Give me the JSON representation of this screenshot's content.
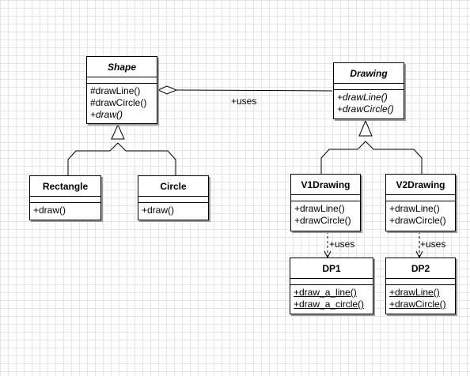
{
  "classes": {
    "shape": {
      "name": "Shape",
      "ops": [
        "#drawLine()",
        "#drawCircle()",
        "+draw()"
      ]
    },
    "drawing": {
      "name": "Drawing",
      "ops": [
        "+drawLine()",
        "+drawCircle()"
      ]
    },
    "rectangle": {
      "name": "Rectangle",
      "ops": [
        "+draw()"
      ]
    },
    "circle": {
      "name": "Circle",
      "ops": [
        "+draw()"
      ]
    },
    "v1drawing": {
      "name": "V1Drawing",
      "ops": [
        "+drawLine()",
        "+drawCircle()"
      ]
    },
    "v2drawing": {
      "name": "V2Drawing",
      "ops": [
        "+drawLine()",
        "+drawCircle()"
      ]
    },
    "dp1": {
      "name": "DP1",
      "ops": [
        "+draw_a_line()",
        "+draw_a_circle()"
      ]
    },
    "dp2": {
      "name": "DP2",
      "ops": [
        "+drawLine()",
        "+drawCircle()"
      ]
    }
  },
  "labels": {
    "shape_uses_drawing": "+uses",
    "v1_uses_dp1": "+uses",
    "v2_uses_dp2": "+uses"
  }
}
